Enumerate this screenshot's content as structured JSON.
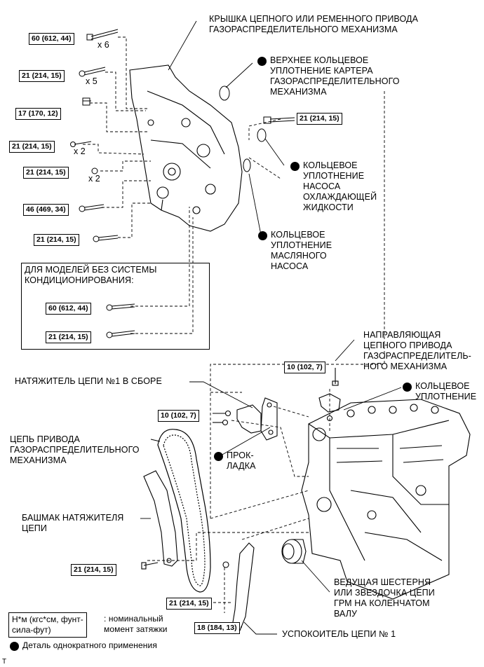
{
  "labels": {
    "cover": "КРЫШКА ЦЕПНОГО ИЛИ РЕМЕННОГО ПРИВОДА\nГАЗОРАСПРЕДЕЛИТЕЛЬНОГО МЕХАНИЗМА",
    "upper_oring": "ВЕРХНЕЕ КОЛЬЦЕВОЕ\nУПЛОТНЕНИЕ КАРТЕРА\nГАЗОРАСПРЕДЕЛИТЕЛЬНОГО\nМЕХАНИЗМА",
    "pump_oring": "КОЛЬЦЕВОЕ\nУПЛОТНЕНИЕ\nНАСОСА\nОХЛАЖДАЮЩЕЙ\nЖИДКОСТИ",
    "oil_oring": "КОЛЬЦЕВОЕ\nУПЛОТНЕНИЕ\nМАСЛЯНОГО\nНАСОСА",
    "no_ac_note": "ДЛЯ МОДЕЛЕЙ БЕЗ СИСТЕМЫ\nКОНДИЦИОНИРОВАНИЯ:",
    "guide": "НАПРАВЛЯЮЩАЯ\nЦЕПНОГО ПРИВОДА\nГАЗОРАСПРЕДЕЛИТЕЛЬ-\nНОГО МЕХАНИЗМА",
    "guide_oring": "КОЛЬЦЕВОЕ\nУПЛОТНЕНИЕ",
    "tensioner": "НАТЯЖИТЕЛЬ ЦЕПИ №1 В СБОРЕ",
    "gasket": "ПРОК-\nЛАДКА",
    "chain": "ЦЕПЬ ПРИВОДА\nГАЗОРАСПРЕДЕЛИТЕЛЬНОГО\nМЕХАНИЗМА",
    "shoe": "БАШМАК НАТЯЖИТЕЛЯ\nЦЕПИ",
    "sprocket": "ВЕДУЩАЯ ШЕСТЕРНЯ\nИЛИ ЗВЕЗДОЧКА ЦЕПИ\nГРМ НА КОЛЕНЧАТОМ\nВАЛУ",
    "damper": "УСПОКОИТЕЛЬ ЦЕПИ № 1"
  },
  "torques": {
    "t1": "60 (612, 44)",
    "t2": "21 (214, 15)",
    "t3": "17 (170, 12)",
    "t4": "21 (214, 15)",
    "t5": "21 (214, 15)",
    "t6": "46 (469, 34)",
    "t7": "21 (214, 15)",
    "t8": "60 (612, 44)",
    "t9": "21 (214, 15)",
    "t10": "21 (214, 15)",
    "t11": "10 (102, 7)",
    "t12": "10 (102, 7)",
    "t13": "21 (214, 15)",
    "t14": "21 (214, 15)",
    "t15": "18 (184, 13)"
  },
  "multipliers": {
    "m1": "x 6",
    "m2": "x 5",
    "m3": "x 2",
    "m4": "x 2"
  },
  "legend": {
    "unit_box": "Н*м (кгс*см, фунт-\nсила-фут)",
    "unit_desc": ": номинальный\nмомент затяжки",
    "single_use": "Деталь однократного применения"
  },
  "corner_mark": "T"
}
